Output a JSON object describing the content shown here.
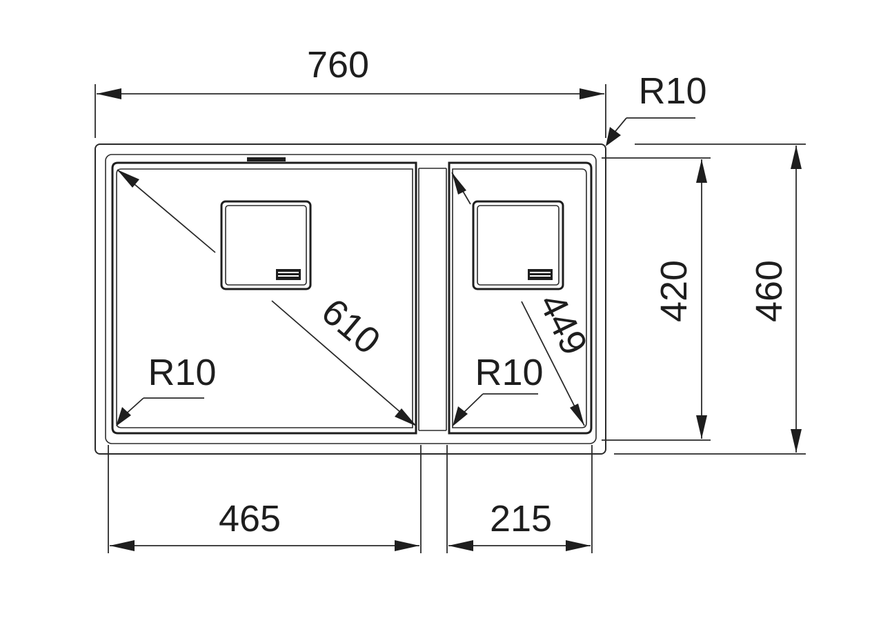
{
  "diagram": {
    "dimensions": {
      "overall_width": "760",
      "overall_depth": "460",
      "inner_depth": "420",
      "left_bowl_width": "465",
      "right_bowl_width": "215",
      "left_bowl_diagonal": "610",
      "right_bowl_diagonal": "449",
      "outer_corner_radius": "R10",
      "left_bowl_corner_radius": "R10",
      "right_bowl_corner_radius": "R10"
    },
    "colors": {
      "line": "#2a2a2a",
      "background": "#ffffff"
    }
  }
}
